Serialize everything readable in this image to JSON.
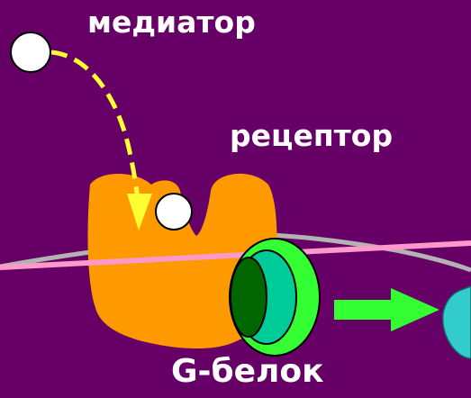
{
  "labels": {
    "mediator": "медиатор",
    "receptor": "рецептор",
    "g_protein": "G-белок"
  },
  "colors": {
    "background": "#660066",
    "receptor": "#ff9900",
    "ligand": "#ffffff",
    "path_arrow": "#ffff33",
    "membrane_line": "#ff99cc",
    "membrane_gray": "#b3b3b3",
    "g_protein_outer": "#33ff33",
    "g_protein_mid": "#00cc99",
    "g_protein_inner": "#006600",
    "signal_arrow": "#33ff33",
    "effector": "#33cccc"
  }
}
